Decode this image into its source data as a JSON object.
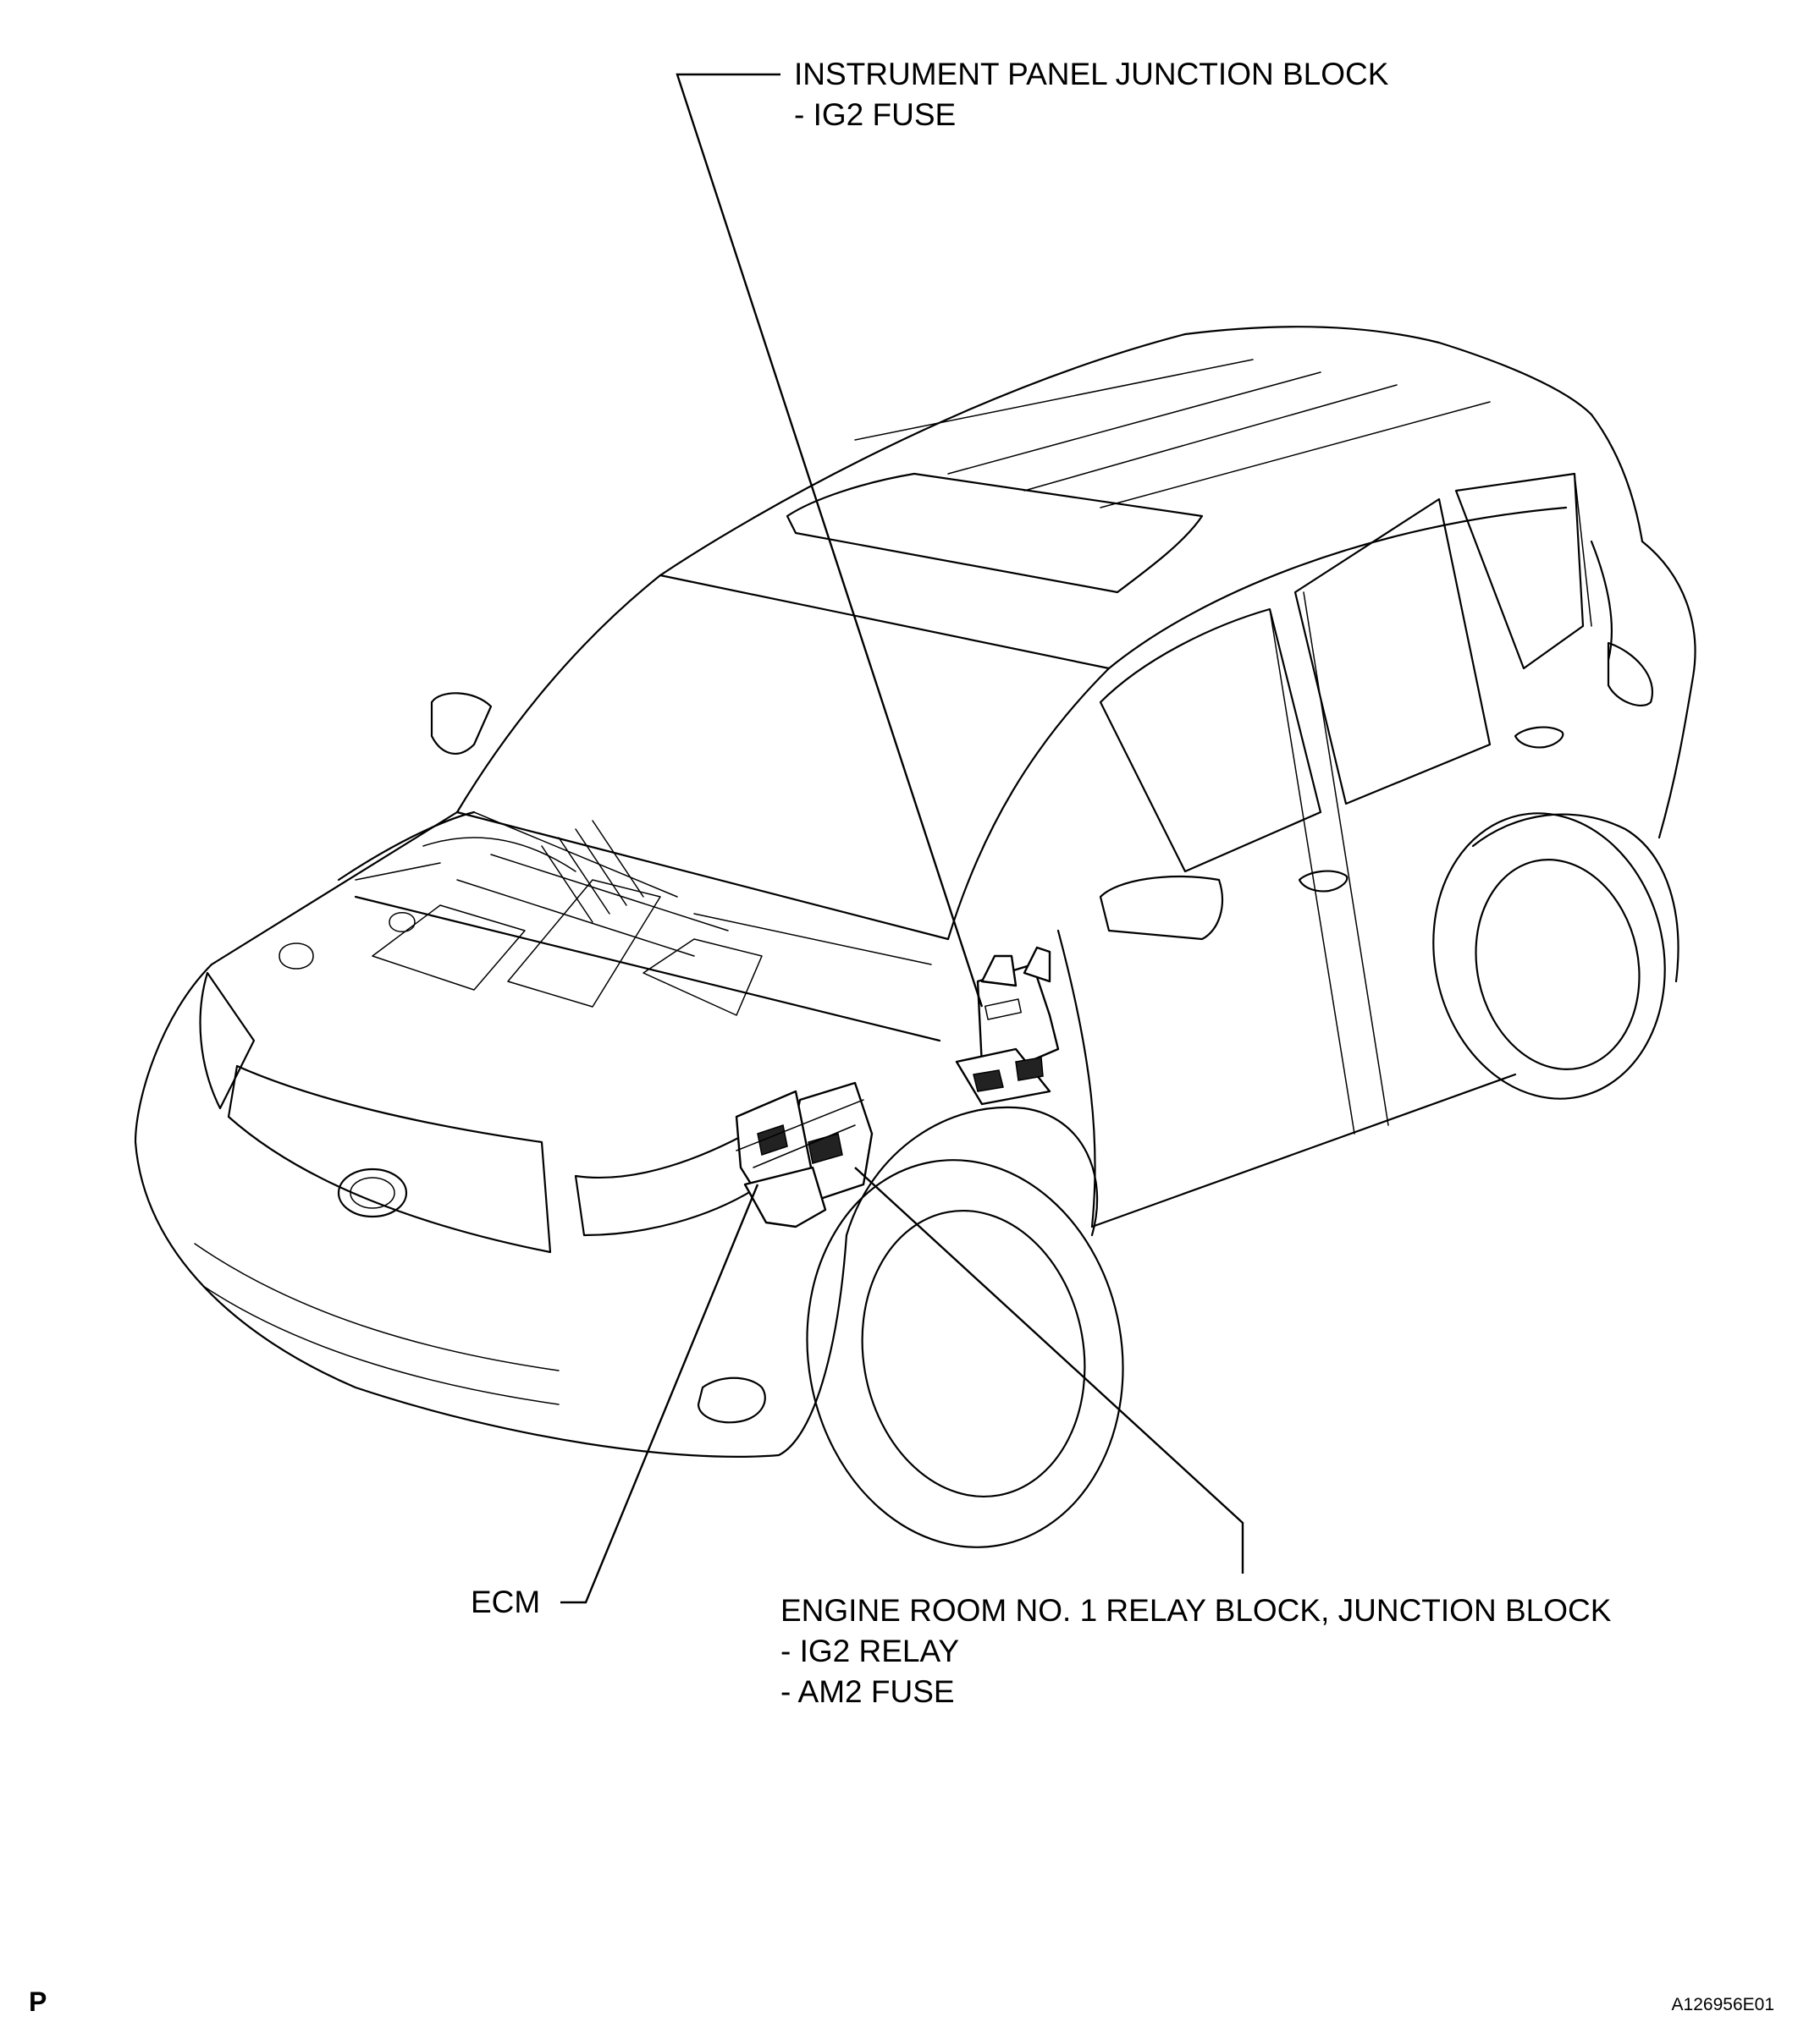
{
  "labels": {
    "instrument_panel": {
      "line1": "INSTRUMENT PANEL JUNCTION BLOCK",
      "line2": "- IG2 FUSE"
    },
    "engine_room": {
      "line1": "ENGINE ROOM NO. 1 RELAY BLOCK, JUNCTION BLOCK",
      "line2": "- IG2 RELAY",
      "line3": "- AM2 FUSE"
    },
    "ecm": "ECM"
  },
  "footer": {
    "page_letter": "P",
    "figure_id": "A126956E01"
  },
  "colors": {
    "line": "#000000",
    "background": "#ffffff"
  }
}
